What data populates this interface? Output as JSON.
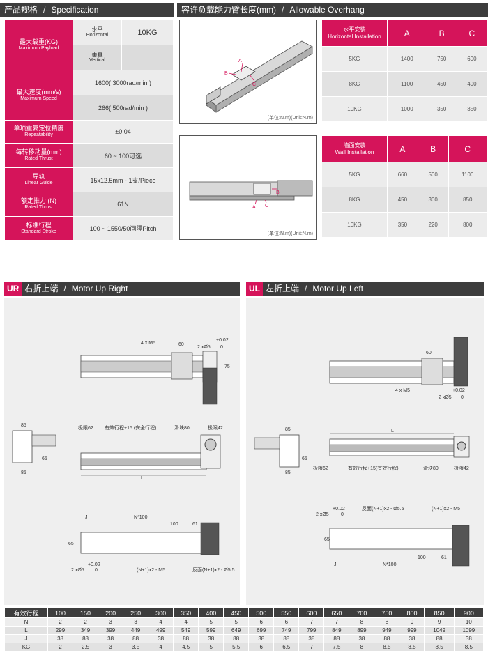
{
  "spec_header": {
    "title_cn": "产品规格",
    "title_en": "Specification"
  },
  "overhang_header": {
    "title_cn": "容许负载能力臂长度(mm)",
    "title_en": "Allowable Overhang"
  },
  "spec": {
    "payload_cn": "最大载重(KG)",
    "payload_en": "Maximum Payload",
    "horizontal_cn": "水平",
    "horizontal_en": "Horizontal",
    "horizontal_val": "10KG",
    "vertical_cn": "垂直",
    "vertical_en": "Vertical",
    "vertical_val": "",
    "speed_cn": "最大速度(mm/s)",
    "speed_en": "Maximum Speed",
    "speed_val1": "1600( 3000rad/min )",
    "speed_val2": "266( 500rad/min )",
    "repeat_cn": "单项重复定位精度",
    "repeat_en": "Repeatability",
    "repeat_val": "±0.04",
    "thrust_cn": "每转移动量(mm)",
    "thrust_en": "Rated Thrust",
    "thrust_val": "60 ~ 100可选",
    "guide_cn": "导轨",
    "guide_en": "Linear Guide",
    "guide_val": "15x12.5mm - 1支/Piece",
    "rthrust_cn": "额定推力 (N)",
    "rthrust_en": "Rated Thrust",
    "rthrust_val": "61N",
    "stroke_cn": "标准行程",
    "stroke_en": "Standard Stroke",
    "stroke_val": "100 ~ 1550/50间隔Pitch"
  },
  "unit_label": "(单位:N.m)(Unit:N.m)",
  "overhang_horizontal": {
    "head_cn": "水平安装",
    "head_en": "Horizontal Installation",
    "cols": [
      "A",
      "B",
      "C"
    ],
    "rows": [
      {
        "kg": "5KG",
        "vals": [
          "1400",
          "750",
          "600"
        ]
      },
      {
        "kg": "8KG",
        "vals": [
          "1100",
          "450",
          "400"
        ]
      },
      {
        "kg": "10KG",
        "vals": [
          "1000",
          "350",
          "350"
        ]
      }
    ]
  },
  "overhang_wall": {
    "head_cn": "墙面安装",
    "head_en": "Wall Installation",
    "cols": [
      "A",
      "B",
      "C"
    ],
    "rows": [
      {
        "kg": "5KG",
        "vals": [
          "660",
          "500",
          "1100"
        ]
      },
      {
        "kg": "8KG",
        "vals": [
          "450",
          "300",
          "850"
        ]
      },
      {
        "kg": "10KG",
        "vals": [
          "350",
          "220",
          "800"
        ]
      }
    ]
  },
  "ur_header": {
    "code": "UR",
    "title_cn": "右折上端",
    "title_en": "Motor Up Right"
  },
  "ul_header": {
    "code": "UL",
    "title_cn": "左折上端",
    "title_en": "Motor Up Left"
  },
  "dims": {
    "m5": "4 x M5",
    "d60": "60",
    "d_2x5": "2 xØ5",
    "tol_plus": "+0.02",
    "tol_zero": "0",
    "d75": "75",
    "d85": "85",
    "d65": "65",
    "lim62": "极限62",
    "eff": "有效行程+15 (安全行程)",
    "eff_ul": "有效行程+15(有效行程)",
    "slider": "滑块80",
    "lim42": "极限42",
    "L": "L",
    "J": "J",
    "N100": "N*100",
    "d100": "100",
    "d61": "61",
    "m5n": "(N+1)x2 - M5",
    "back": "反面(N+1)x2 - Ø5.5",
    "label_a": "A",
    "label_b": "B",
    "label_c": "C"
  },
  "bottom_table": {
    "head": "有效行程",
    "strokes": [
      "100",
      "150",
      "200",
      "250",
      "300",
      "350",
      "400",
      "450",
      "500",
      "550",
      "600",
      "650",
      "700",
      "750",
      "800",
      "850",
      "900"
    ],
    "rows": [
      {
        "label": "N",
        "vals": [
          "2",
          "2",
          "3",
          "3",
          "4",
          "4",
          "5",
          "5",
          "6",
          "6",
          "7",
          "7",
          "8",
          "8",
          "9",
          "9",
          "10"
        ]
      },
      {
        "label": "L",
        "vals": [
          "299",
          "349",
          "399",
          "449",
          "499",
          "549",
          "599",
          "649",
          "699",
          "749",
          "799",
          "849",
          "899",
          "949",
          "999",
          "1049",
          "1099"
        ]
      },
      {
        "label": "J",
        "vals": [
          "38",
          "88",
          "38",
          "88",
          "38",
          "88",
          "38",
          "88",
          "38",
          "88",
          "38",
          "88",
          "38",
          "88",
          "38",
          "88",
          "38"
        ]
      },
      {
        "label": "KG",
        "vals": [
          "2",
          "2.5",
          "3",
          "3.5",
          "4",
          "4.5",
          "5",
          "5.5",
          "6",
          "6.5",
          "7",
          "7.5",
          "8",
          "8.5",
          "8.5",
          "8.5",
          "8.5"
        ]
      }
    ]
  }
}
